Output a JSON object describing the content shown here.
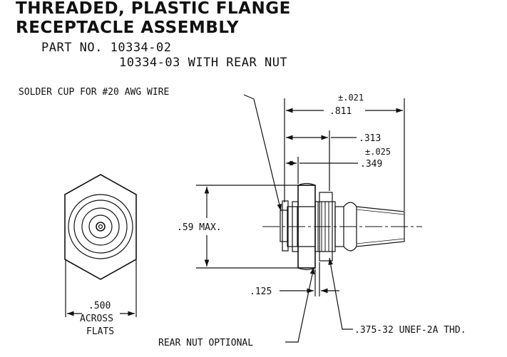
{
  "title": {
    "line1": "THREADED, PLASTIC FLANGE",
    "line2": "RECEPTACLE ASSEMBLY"
  },
  "part": {
    "line1": "PART NO. 10334-02",
    "line2": "10334-03 WITH REAR NUT"
  },
  "labels": {
    "solder_cup": "SOLDER CUP FOR #20 AWG WIRE",
    "tol_021": "±.021",
    "dim_811": ".811",
    "dim_313": ".313",
    "tol_025": "±.025",
    "dim_349": ".349",
    "dim_59": ".59 MAX.",
    "dim_500": ".500",
    "across": "ACROSS",
    "flats": "FLATS",
    "dim_125": ".125",
    "thread": ".375-32 UNEF-2A THD.",
    "rear_nut": "REAR NUT OPTIONAL"
  }
}
